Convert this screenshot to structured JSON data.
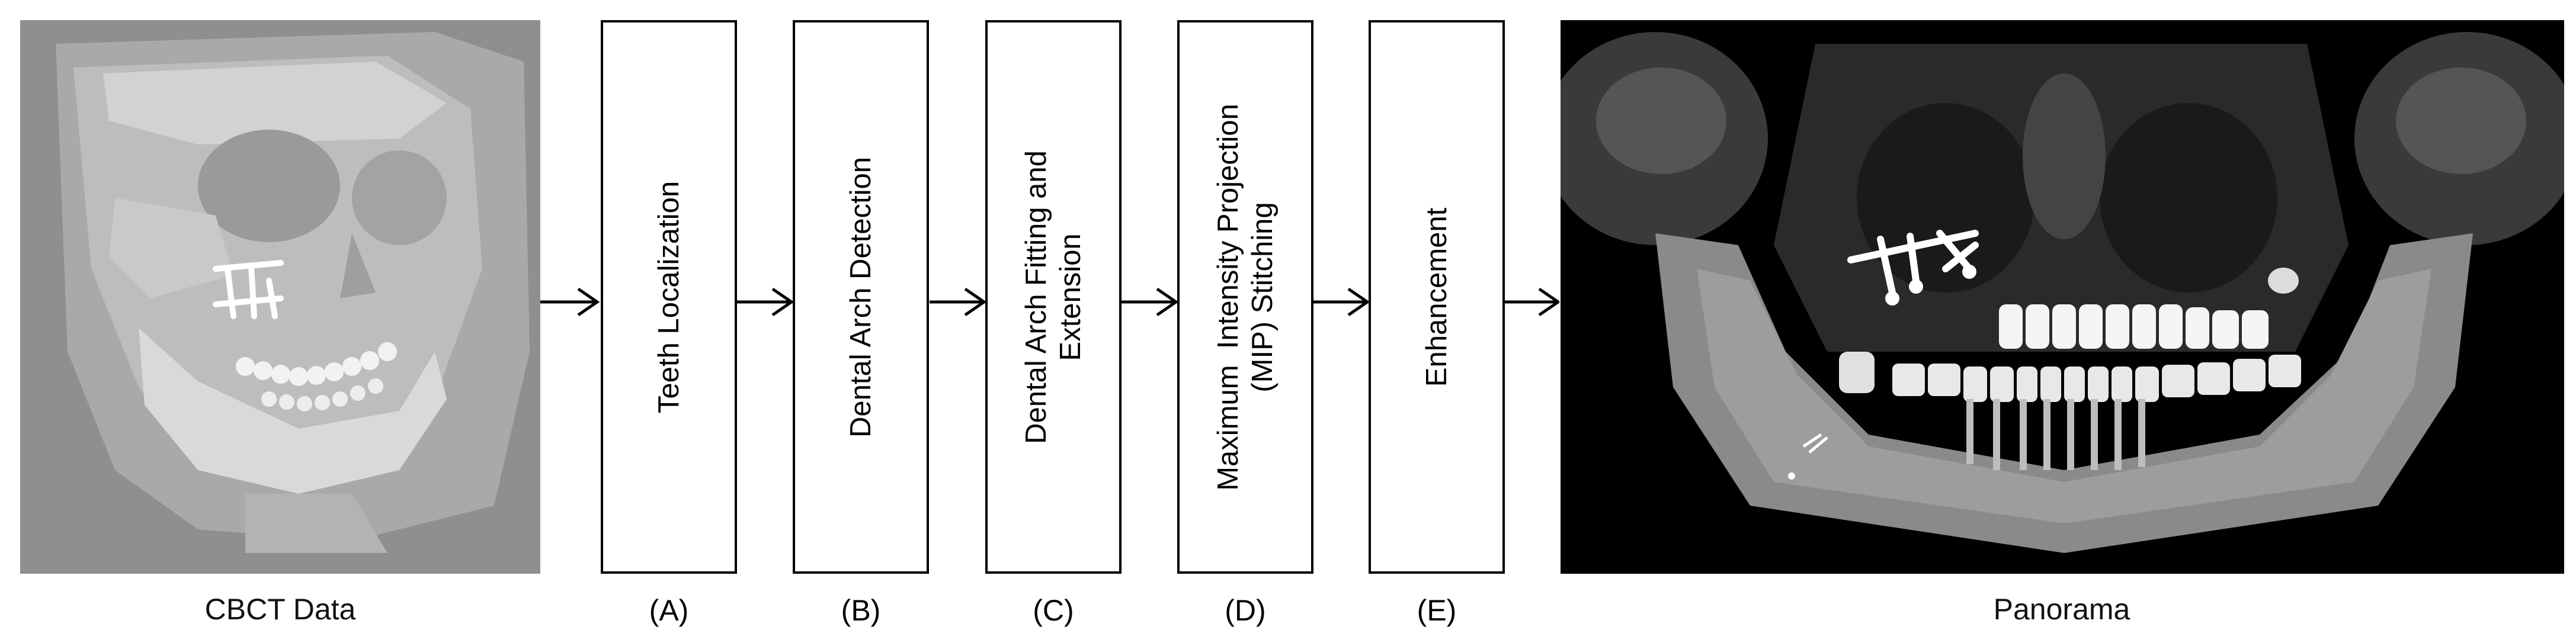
{
  "input": {
    "caption": "CBCT Data"
  },
  "steps": [
    {
      "lines": [
        "Teeth Localization"
      ],
      "label": "(A)"
    },
    {
      "lines": [
        "Dental Arch Detection"
      ],
      "label": "(B)"
    },
    {
      "lines": [
        "Dental Arch Fitting and",
        "Extension"
      ],
      "label": "(C)"
    },
    {
      "lines": [
        "Maximum  Intensity Projection",
        "(MIP) Stitching"
      ],
      "label": "(D)"
    },
    {
      "lines": [
        "Enhancement"
      ],
      "label": "(E)"
    }
  ],
  "output": {
    "caption": "Panorama"
  },
  "colors": {
    "cbct_background": "#8f8f8f",
    "panorama_background": "#000000",
    "box_border": "#000000"
  }
}
